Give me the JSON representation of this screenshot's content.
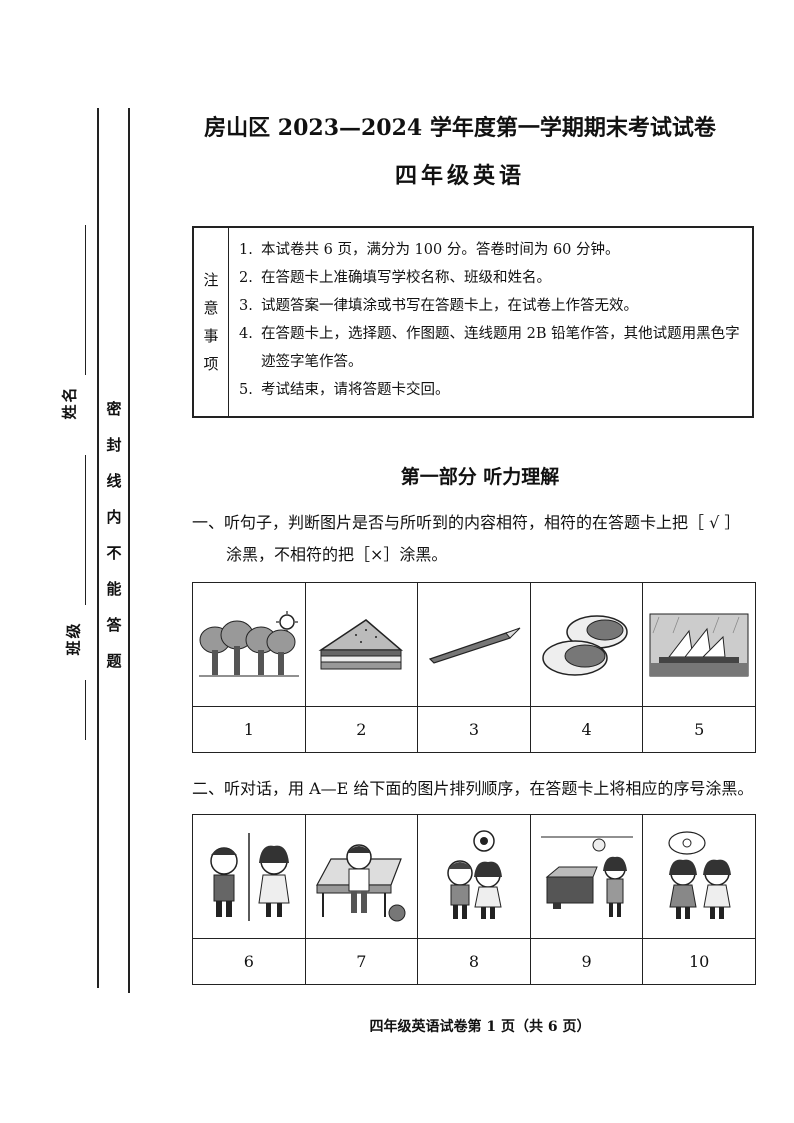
{
  "side": {
    "name_label": "姓名",
    "class_label": "班级",
    "seal_chars": [
      "密",
      "封",
      "线",
      "内",
      "不",
      "能",
      "答",
      "题"
    ]
  },
  "header": {
    "title": "房山区 2023—2024 学年度第一学期期末考试试卷",
    "subtitle": "四年级英语"
  },
  "notice": {
    "heading": [
      "注",
      "意",
      "事",
      "项"
    ],
    "items": [
      {
        "num": "1.",
        "text": "本试卷共 6 页，满分为 100 分。答卷时间为 60 分钟。"
      },
      {
        "num": "2.",
        "text": "在答题卡上准确填写学校名称、班级和姓名。"
      },
      {
        "num": "3.",
        "text": "试题答案一律填涂或书写在答题卡上，在试卷上作答无效。"
      },
      {
        "num": "4.",
        "text": "在答题卡上，选择题、作图题、连线题用 2B 铅笔作答，其他试题用黑色字迹签字笔作答。"
      },
      {
        "num": "5.",
        "text": "考试结束，请将答题卡交回。"
      }
    ]
  },
  "section_title": "第一部分  听力理解",
  "question1": {
    "line1": "一、听句子，判断图片是否与所听到的内容相符，相符的在答题卡上把［ √ ］",
    "line2": "涂黑，不相符的把［×］涂黑。",
    "pictures": [
      "trees-image",
      "sandwich-image",
      "pencil-image",
      "slippers-image",
      "opera-house-image"
    ],
    "numbers": [
      "1",
      "2",
      "3",
      "4",
      "5"
    ]
  },
  "question2": {
    "line1": "二、听对话，用 A—E 给下面的图片排列顺序，在答题卡上将相应的序号涂黑。",
    "pictures": [
      "phone-call-image",
      "bench-boy-image",
      "football-kids-image",
      "bedroom-girl-image",
      "watch-kids-image"
    ],
    "numbers": [
      "6",
      "7",
      "8",
      "9",
      "10"
    ]
  },
  "footer": "四年级英语试卷第 1 页（共 6 页）"
}
